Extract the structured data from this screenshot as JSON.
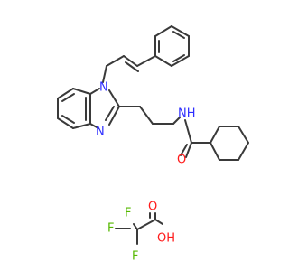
{
  "colors": {
    "bond": "#3a3a3a",
    "nitrogen": "#2f2fff",
    "oxygen": "#ff1a1a",
    "fluorine": "#55b800",
    "background": "#ffffff"
  },
  "atoms": {
    "benzimidazole_n1": "N",
    "benzimidazole_n3": "N",
    "amide_nh": "NH",
    "amide_o": "O",
    "acid_o_carbonyl": "O",
    "acid_oh": "OH",
    "fluorine_1": "F",
    "fluorine_2": "F",
    "fluorine_3": "F"
  }
}
